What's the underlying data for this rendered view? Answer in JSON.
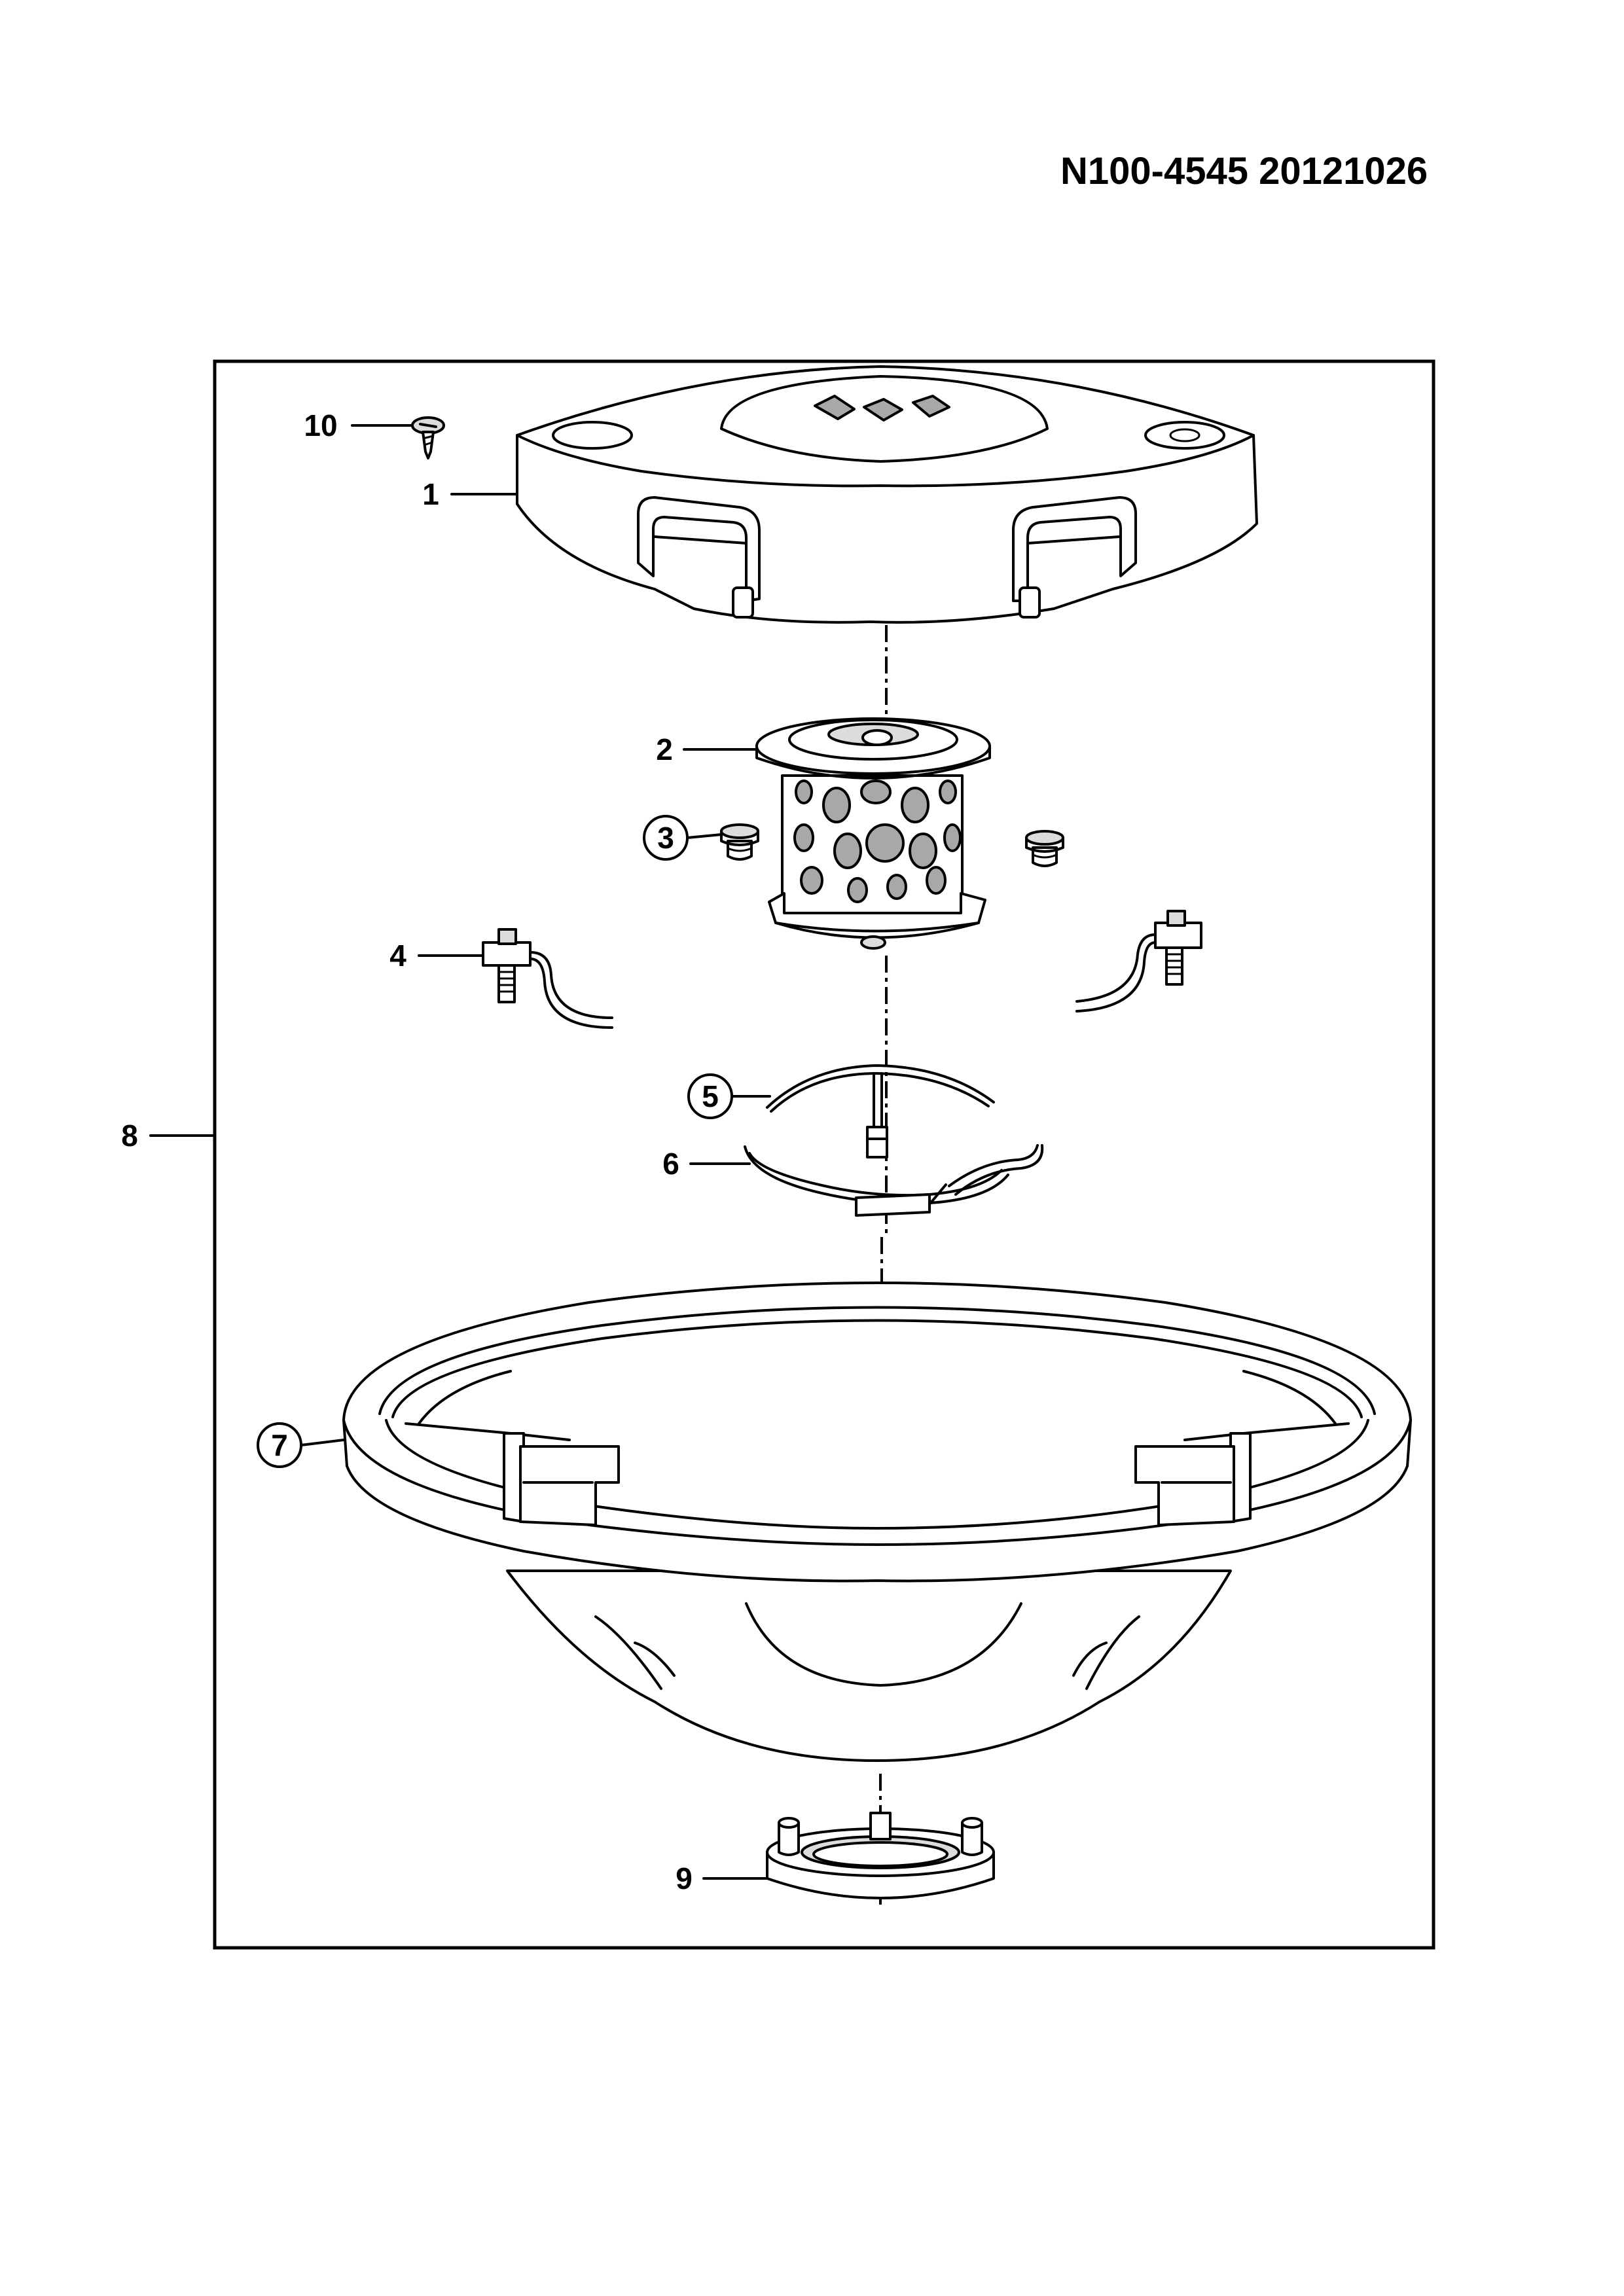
{
  "header": {
    "document_code": "N100-4545  20121026"
  },
  "callouts": [
    {
      "id": "c10",
      "label": "10",
      "circled": false
    },
    {
      "id": "c1",
      "label": "1",
      "circled": false
    },
    {
      "id": "c2",
      "label": "2",
      "circled": false
    },
    {
      "id": "c3",
      "label": "3",
      "circled": true
    },
    {
      "id": "c4",
      "label": "4",
      "circled": false
    },
    {
      "id": "c5",
      "label": "5",
      "circled": true
    },
    {
      "id": "c6",
      "label": "6",
      "circled": false
    },
    {
      "id": "c7",
      "label": "7",
      "circled": true
    },
    {
      "id": "c8",
      "label": "8",
      "circled": false
    },
    {
      "id": "c9",
      "label": "9",
      "circled": false
    }
  ],
  "parts": [
    {
      "id": "top-cover"
    },
    {
      "id": "filter-basket"
    },
    {
      "id": "plug-pair"
    },
    {
      "id": "bracket-pair"
    },
    {
      "id": "upper-spring-clip"
    },
    {
      "id": "lower-spring-clip"
    },
    {
      "id": "bowl-housing"
    },
    {
      "id": "assembly-frame"
    },
    {
      "id": "bottom-cap"
    },
    {
      "id": "small-screw"
    }
  ]
}
